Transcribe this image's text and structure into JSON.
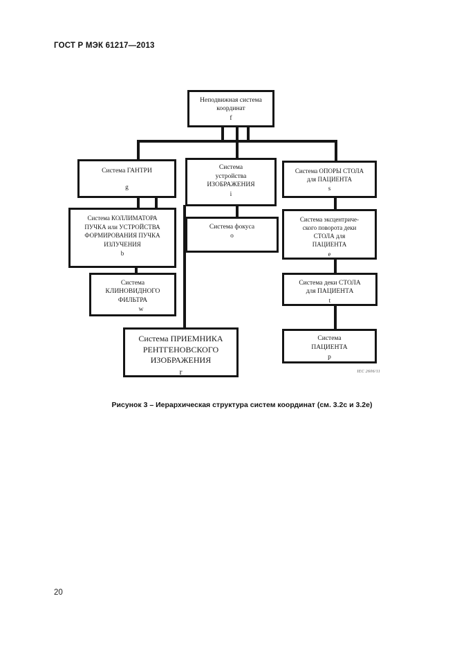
{
  "page": {
    "header": "ГОСТ Р МЭК 61217—2013",
    "page_number": "20",
    "caption": "Рисунок 3 – Иерархическая структура систем координат (см. 3.2c и 3.2e)"
  },
  "diagram": {
    "iec_ref": "IEC  2606/11",
    "boxes": {
      "fixed": {
        "lines": [
          "Неподвижная система",
          "координат"
        ],
        "letter": "f"
      },
      "gantry": {
        "lines": [
          "Система ГАНТРИ"
        ],
        "letter": "g"
      },
      "image_device": {
        "lines": [
          "Система",
          "устройства",
          "ИЗОБРАЖЕНИЯ"
        ],
        "letter": "i"
      },
      "table_support": {
        "lines": [
          "Система ОПОРЫ СТОЛА",
          "для ПАЦИЕНТА"
        ],
        "letter": "s"
      },
      "collimator": {
        "lines": [
          "Система КОЛЛИМАТОРА",
          "ПУЧКА или УСТРОЙСТВА",
          "ФОРМИРОВАНИЯ ПУЧКА",
          "ИЗЛУЧЕНИЯ"
        ],
        "letter": "b"
      },
      "focus": {
        "lines": [
          "Система фокуса"
        ],
        "letter": "o"
      },
      "eccentric": {
        "lines": [
          "Система эксцентриче-",
          "ского поворота деки",
          "СТОЛА для",
          "ПАЦИЕНТА"
        ],
        "letter": "e"
      },
      "wedge": {
        "lines": [
          "Система",
          "КЛИНОВИДНОГО",
          "ФИЛЬТРА"
        ],
        "letter": "w"
      },
      "deck": {
        "lines": [
          "Система деки СТОЛА",
          "для ПАЦИЕНТА"
        ],
        "letter": "t"
      },
      "receptor": {
        "lines": [
          "Система ПРИЕМНИКА",
          "РЕНТГЕНОВСКОГО",
          "ИЗОБРАЖЕНИЯ"
        ],
        "letter": "r"
      },
      "patient": {
        "lines": [
          "Система",
          "ПАЦИЕНТА"
        ],
        "letter": "p"
      }
    }
  }
}
